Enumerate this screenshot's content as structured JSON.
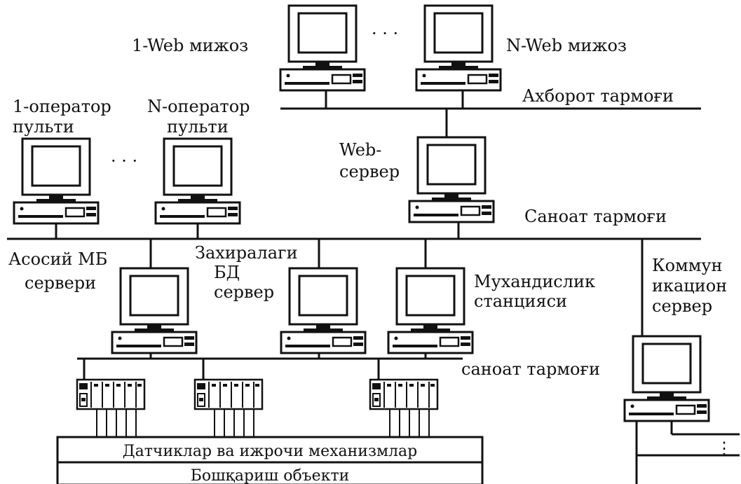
{
  "labels": {
    "web1": "1-Web мижоз",
    "webN": "N-Web мижоз",
    "dots_top": "· · ·",
    "info_net": "Ахборот тармоғи",
    "op1_line1": "1-оператор",
    "op1_line2": "пульти",
    "opN_line1": "N-оператор",
    "opN_line2": "пульти",
    "dots_mid": "· · ·",
    "webserver_line1": "Web-",
    "webserver_line2": "сервер",
    "industrial_net": "Саноат тармоғи",
    "main_db_line1": "Асосий МБ",
    "main_db_line2": "сервери",
    "backup_db_line1": "Захиралаги",
    "backup_db_line2": "БД",
    "backup_db_line3": "сервер",
    "eng_line1": "Мухандислик",
    "eng_line2": "станцияси",
    "comm_line1": "Коммун",
    "comm_line2": "икацион",
    "comm_line3": "сервер",
    "industrial_net2": "саноат тармоғи",
    "sensors": "Датчиклар ва ижрочи механизмлар",
    "control_object": "Бошқариш объекти",
    "vdots": "⋮"
  },
  "colors": {
    "ink": "#111111",
    "paper": "#ffffff"
  }
}
